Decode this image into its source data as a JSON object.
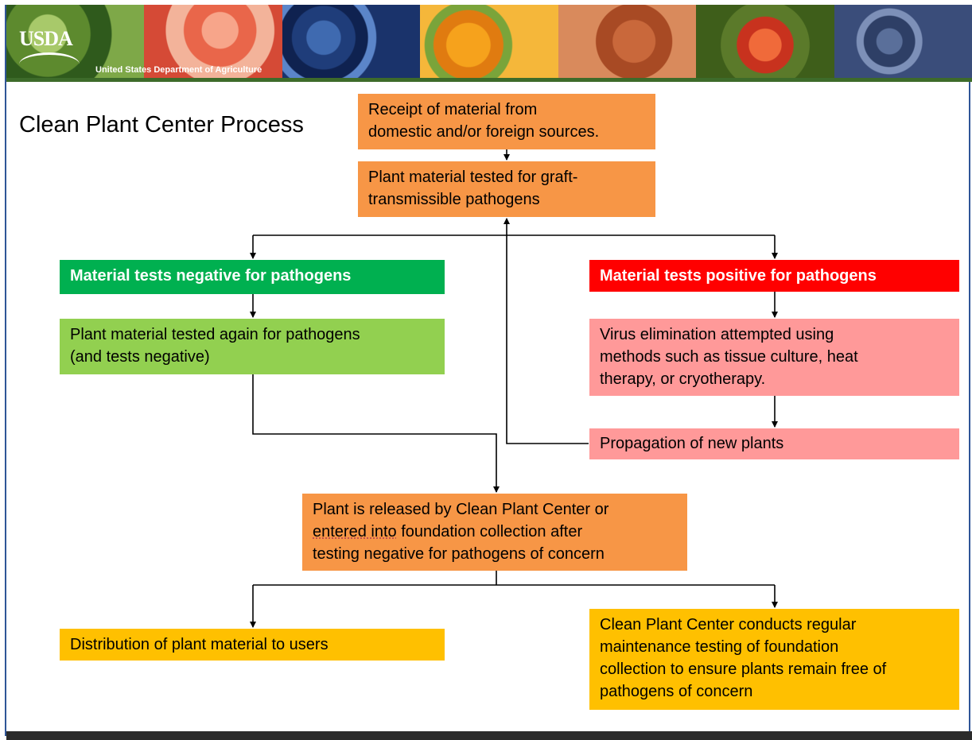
{
  "banner": {
    "logo_text": "USDA",
    "org_name": "United States Department of Agriculture",
    "panels": [
      "greens",
      "rose",
      "blueberries",
      "oranges",
      "sweet-potato",
      "peach",
      "grapes"
    ]
  },
  "title": "Clean Plant Center Process",
  "colors": {
    "orange": "#f79646",
    "green": "#00b050",
    "light_green": "#92d050",
    "red": "#ff0000",
    "pink": "#ff9999",
    "yellow": "#ffc000",
    "usda_green": "#3d6b2a"
  },
  "steps": {
    "receipt": {
      "lines": [
        "Receipt of material from",
        "domestic and/or foreign sources."
      ]
    },
    "tested_graft": {
      "lines": [
        "Plant material tested for graft-",
        "transmissible pathogens"
      ]
    },
    "negative": {
      "lines": [
        "Material tests negative for pathogens"
      ]
    },
    "tested_again": {
      "lines": [
        "Plant material tested again for pathogens",
        "(and tests negative)"
      ]
    },
    "positive": {
      "lines": [
        "Material tests positive for pathogens"
      ]
    },
    "virus_elim": {
      "lines": [
        "Virus elimination attempted using",
        "methods such as tissue culture, heat",
        "therapy, or cryotherapy."
      ]
    },
    "propagation": {
      "lines": [
        "Propagation of new plants"
      ]
    },
    "released": {
      "line1": "Plant is released by Clean Plant Center or",
      "line2_emph": "entered into",
      "line2_rest": " foundation collection after",
      "line3": "testing negative for pathogens of concern"
    },
    "distribution": {
      "lines": [
        "Distribution of plant material to users"
      ]
    },
    "maintenance": {
      "lines": [
        "Clean Plant Center conducts regular",
        "maintenance testing of foundation",
        "collection to ensure plants remain free of",
        "pathogens of concern"
      ]
    }
  }
}
